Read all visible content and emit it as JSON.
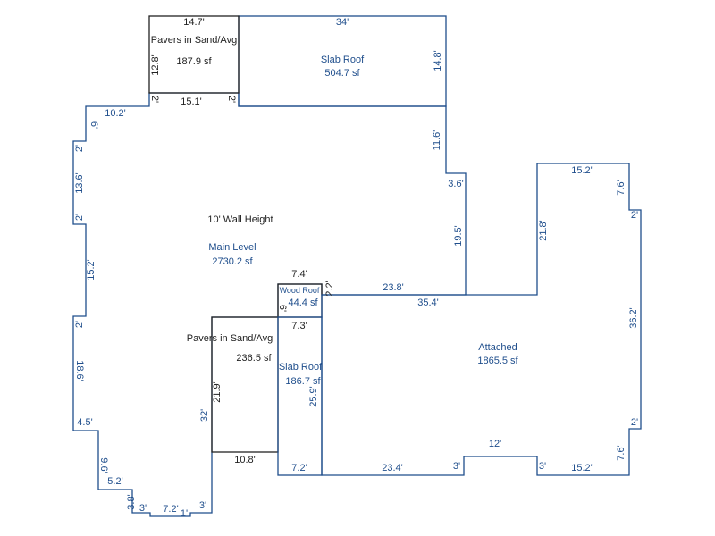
{
  "areas": {
    "pavers_top": {
      "name": "Pavers in Sand/Avg",
      "area": "187.9 sf"
    },
    "slab_top": {
      "name": "Slab Roof",
      "area": "504.7 sf"
    },
    "main_level": {
      "height_note": "10' Wall Height",
      "name": "Main Level",
      "area": "2730.2 sf"
    },
    "wood_roof": {
      "name": "Wood Roof",
      "area": "44.4 sf"
    },
    "pavers_mid": {
      "name": "Pavers in Sand/Avg",
      "area": "236.5 sf"
    },
    "slab_mid": {
      "name": "Slab Roof",
      "area": "186.7 sf"
    },
    "attached": {
      "name": "Attached",
      "area": "1865.5 sf"
    }
  },
  "dims": {
    "p1_top": "14.7'",
    "p1_left": "12.8'",
    "p1_bottom": "15.1'",
    "p1_small_left": "2'",
    "p1_small_right": "2'",
    "s1_top": "34'",
    "s1_right": "14.8'",
    "m_right_upper": "11.6'",
    "m_right_step": "3.6'",
    "m_right_lower": "19.5'",
    "m_top_left": "10.2'",
    "m_diag": "6'",
    "m_left_2a": "2'",
    "m_left_136": "13.6'",
    "m_left_2b": "2'",
    "m_left_152": "15.2'",
    "m_left_2c": "2'",
    "m_left_186": "18.6'",
    "m_left_45": "4.5'",
    "m_left_96": "9.6'",
    "m_left_52": "5.2'",
    "m_left_38": "3.8'",
    "m_bot_3a": "3'",
    "m_bot_72": "7.2'",
    "m_bot_3b": "3'",
    "m_bot_1": "1'",
    "wr_top": "7.4'",
    "wr_right": "2.2'",
    "wr_left": "6'",
    "a_top_238": "23.8'",
    "a_top_354": "35.4'",
    "a_wing_left": "21.8'",
    "a_wing_top": "15.2'",
    "a_wing_right": "7.6'",
    "a_right_2a": "2'",
    "a_right_362": "36.2'",
    "a_right_2b": "2'",
    "a_right_76": "7.6'",
    "a_bot_152": "15.2'",
    "a_bot_3a": "3'",
    "a_bot_12": "12'",
    "a_bot_3b": "3'",
    "a_bot_234": "23.4'",
    "sm_top": "7.3'",
    "sm_right": "25.9'",
    "sm_bottom": "7.2'",
    "pm_left": "21.9'",
    "pm_bottom": "10.8'",
    "m_left_32": "32'"
  },
  "colors": {
    "plan_line": "#1f4e8c",
    "structure_line": "#222222"
  }
}
